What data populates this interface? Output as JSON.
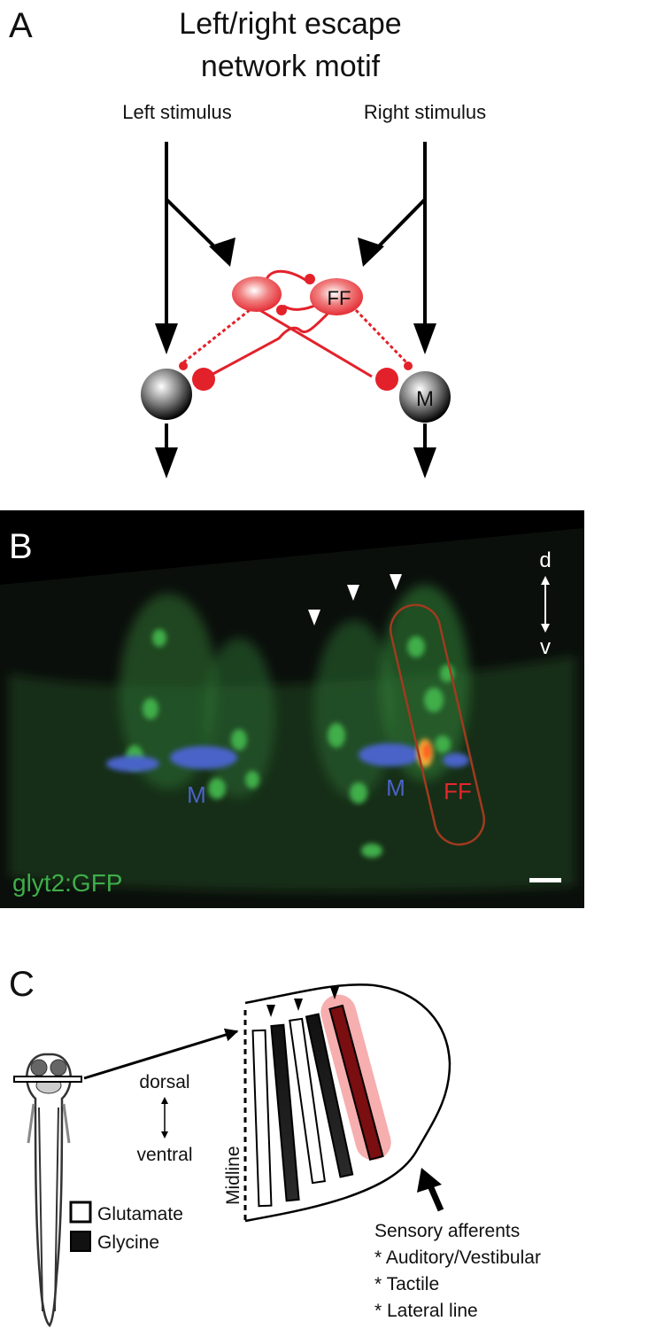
{
  "panelA": {
    "letter": "A",
    "title_line1": "Left/right escape",
    "title_line2": "network motif",
    "left_stimulus": "Left stimulus",
    "right_stimulus": "Right stimulus",
    "ff_label": "FF",
    "m_label": "M"
  },
  "panelB": {
    "letter": "B",
    "axis_top": "d",
    "axis_bottom": "v",
    "m_left": "M",
    "m_right": "M",
    "ff": "FF",
    "stain": "glyt2:GFP"
  },
  "panelC": {
    "letter": "C",
    "dorsal": "dorsal",
    "ventral": "ventral",
    "midline": "Midline",
    "legend_glutamate": "Glutamate",
    "legend_glycine": "Glycine",
    "afferents_title": "Sensory afferents",
    "afferent_1": "* Auditory/Vestibular",
    "afferent_2": "* Tactile",
    "afferent_3": "* Lateral line"
  },
  "colors": {
    "red": "#e3212a",
    "gfp_green": "#3fae4a",
    "m_blue": "#4a63c9",
    "ff_red": "#e4262c",
    "glycine": "#111111",
    "ff_stripe": "#7a0e10",
    "ff_highlight": "#f4a0a0"
  }
}
